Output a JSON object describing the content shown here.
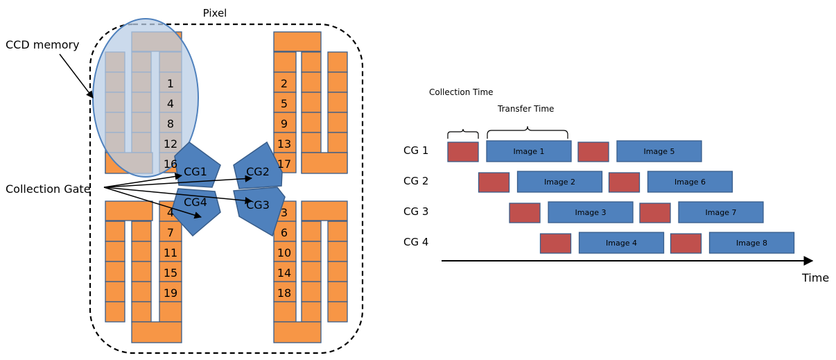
{
  "pixel_diagram": {
    "pixel_label": "Pixel",
    "ccd_memory_label": "CCD memory",
    "collection_gate_label": "Collection Gate",
    "gates": [
      "CG1",
      "CG2",
      "CG3",
      "CG4"
    ],
    "numbers": {
      "upper_left": [
        "1",
        "4",
        "8",
        "12",
        "16"
      ],
      "upper_right": [
        "2",
        "5",
        "9",
        "13",
        "17"
      ],
      "lower_left": [
        "4",
        "7",
        "11",
        "15",
        "19"
      ],
      "lower_right": [
        "3",
        "6",
        "10",
        "14",
        "18"
      ]
    }
  },
  "timing_diagram": {
    "collection_time_label": "Collection Time",
    "transfer_time_label": "Transfer Time",
    "axis_label": "Time",
    "rows": [
      {
        "label": "CG 1",
        "images": [
          "Image 1",
          "Image 5"
        ]
      },
      {
        "label": "CG 2",
        "images": [
          "Image 2",
          "Image 6"
        ]
      },
      {
        "label": "CG 3",
        "images": [
          "Image 3",
          "Image 7"
        ]
      },
      {
        "label": "CG 4",
        "images": [
          "Image 4",
          "Image 8"
        ]
      }
    ]
  },
  "colors": {
    "orange": "#F79646",
    "blue": "#4F81BD",
    "red": "#C0504D",
    "memory_fill": "#B9CDE5",
    "outline": "#385D8A"
  }
}
